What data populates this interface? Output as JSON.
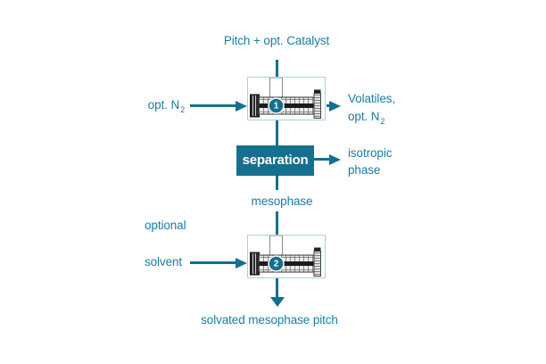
{
  "colors": {
    "accent_teal": "#156F8E",
    "label_text": "#1B7CA4",
    "machine_box_border": "#AECFDA",
    "separation_box_text": "#FFFFFF"
  },
  "flow": {
    "top_input": "Pitch + opt. Catalyst",
    "reactor1": {
      "badge": "1",
      "icon": "extruder-icon"
    },
    "reactor2": {
      "badge": "2",
      "icon": "extruder-icon"
    },
    "opt_n2": {
      "text": "opt. N",
      "sub": "2"
    },
    "volatiles": {
      "line1": "Volatiles,",
      "line2": "opt. N",
      "line2_sub": "2"
    },
    "separation_label": "separation",
    "isotropic": {
      "line1": "isotropic",
      "line2": "phase"
    },
    "mesophase_label": "mesophase",
    "optional_label": "optional",
    "solvent_label": "solvent",
    "output_label": "solvated mesophase pitch"
  }
}
